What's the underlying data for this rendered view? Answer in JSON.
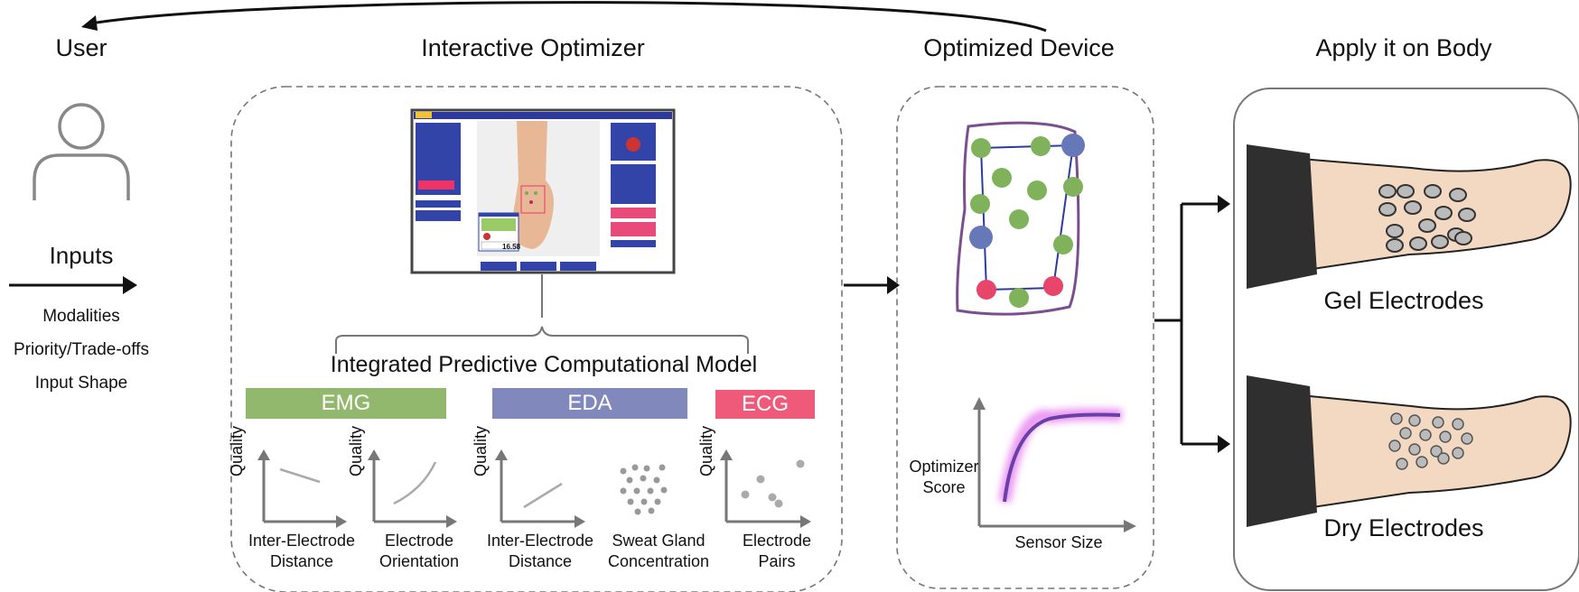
{
  "colors": {
    "emg": "#92b86e",
    "eda": "#8088bc",
    "ecg": "#ef5a7a",
    "device_outline": "#7b4f8f",
    "device_polygon": "#2b3c9e",
    "electrode_green": "#7fb25a",
    "electrode_blue": "#6678b8",
    "electrode_red": "#e8456a",
    "curve_glow": "#e98df0",
    "curve": "#6a3fa8"
  },
  "sections": {
    "user": "User",
    "optimizer": "Interactive Optimizer",
    "device": "Optimized Device",
    "body": "Apply it on Body"
  },
  "inputs": {
    "label": "Inputs",
    "items": [
      "Modalities",
      "Priority/Trade-offs",
      "Input Shape"
    ]
  },
  "model": {
    "title": "Integrated Predictive Computational Model",
    "bands": [
      {
        "label": "EMG"
      },
      {
        "label": "EDA"
      },
      {
        "label": "ECG"
      }
    ],
    "plots": [
      {
        "ylabel": "Quality",
        "xlabel_line1": "Inter-Electrode",
        "xlabel_line2": "Distance"
      },
      {
        "ylabel": "Quality",
        "xlabel_line1": "Electrode",
        "xlabel_line2": "Orientation"
      },
      {
        "ylabel": "Quality",
        "xlabel_line1": "Inter-Electrode",
        "xlabel_line2": "Distance"
      },
      {
        "ylabel": "",
        "xlabel_line1": "Sweat Gland",
        "xlabel_line2": "Concentration"
      },
      {
        "ylabel": "Quality",
        "xlabel_line1": "Electrode",
        "xlabel_line2": "Pairs"
      }
    ]
  },
  "device_plot": {
    "ylabel_line1": "Optimizer",
    "ylabel_line2": "Score",
    "xlabel": "Sensor Size"
  },
  "outputs": {
    "gel": "Gel Electrodes",
    "dry": "Dry Electrodes"
  },
  "screenshot": {
    "score_value": "16.58"
  }
}
